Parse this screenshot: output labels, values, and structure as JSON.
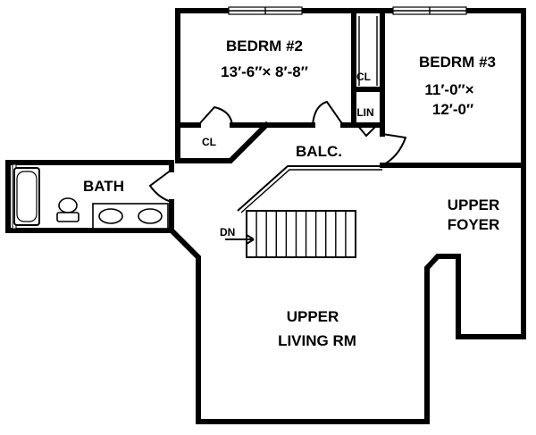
{
  "rooms": {
    "bedroom2": {
      "name": "BEDRM #2",
      "size": "13′-6″× 8′-8″"
    },
    "bedroom3": {
      "name": "BEDRM #3",
      "size_line1": "11′-0″×",
      "size_line2": "12′-0″"
    },
    "closet1": "CL",
    "closet2": "CL",
    "linen": "LIN",
    "balcony": "BALC.",
    "bath": "BATH",
    "upper_foyer_line1": "UPPER",
    "upper_foyer_line2": "FOYER",
    "upper_living_line1": "UPPER",
    "upper_living_line2": "LIVING RM",
    "stair_label": "DN"
  }
}
